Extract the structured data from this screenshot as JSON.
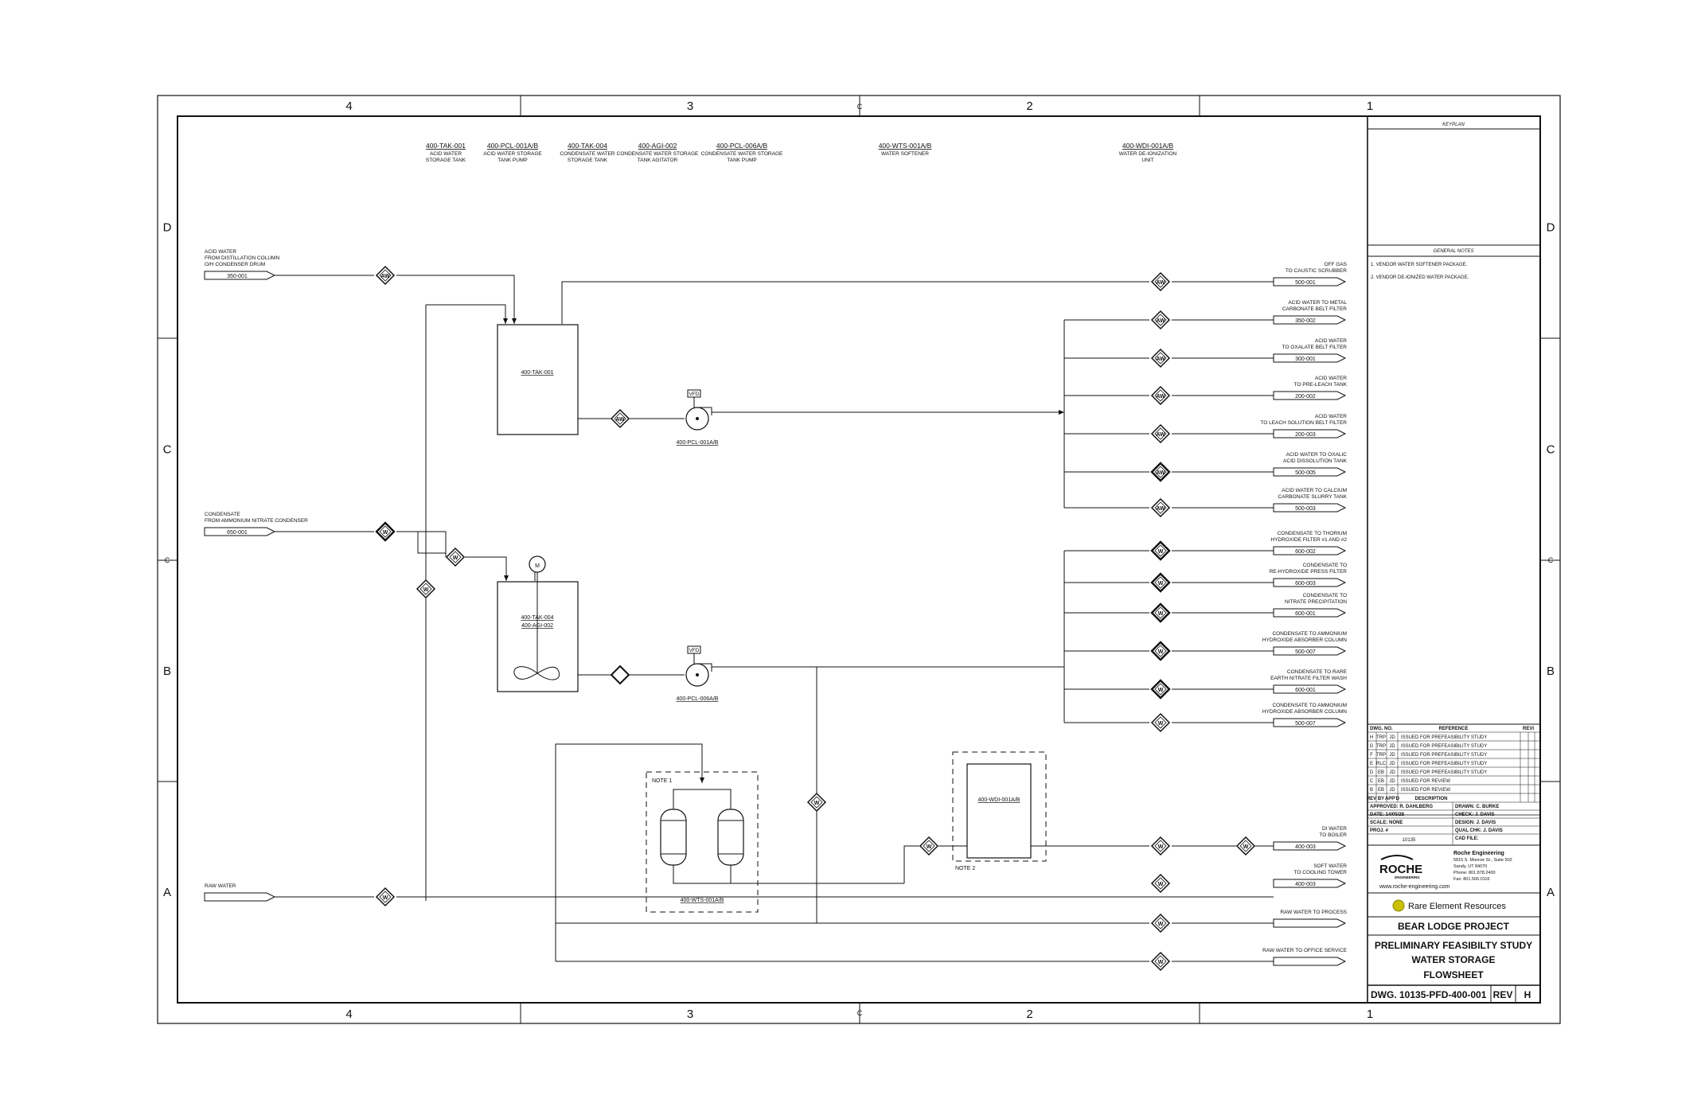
{
  "grid": {
    "columns": [
      "4",
      "3",
      "2",
      "1"
    ],
    "rows": [
      "D",
      "C",
      "B",
      "A"
    ],
    "center_mark": "C"
  },
  "equipment_headers": [
    {
      "tag": "400-TAK-001",
      "desc": [
        "ACID WATER",
        "STORAGE TANK"
      ]
    },
    {
      "tag": "400-PCL-001A/B",
      "desc": [
        "ACID WATER STORAGE",
        "TANK PUMP"
      ]
    },
    {
      "tag": "400-TAK-004",
      "desc": [
        "CONDENSATE WATER",
        "STORAGE TANK"
      ]
    },
    {
      "tag": "400-AGI-002",
      "desc": [
        "CONDENSATE WATER STORAGE",
        "TANK AGITATOR"
      ]
    },
    {
      "tag": "400-PCL-006A/B",
      "desc": [
        "CONDENSATE WATER STORAGE",
        "TANK PUMP"
      ]
    },
    {
      "tag": "400-WTS-001A/B",
      "desc": [
        "WATER SOFTENER"
      ]
    },
    {
      "tag": "400-WDI-001A/B",
      "desc": [
        "WATER DE-IONIZATION",
        "UNIT"
      ]
    }
  ],
  "inlets": [
    {
      "lines": [
        "ACID WATER",
        "FROM DISTILLATION COLUMN",
        "O/H CONDENSER DRUM"
      ],
      "tag": "350-001",
      "stream": "AW"
    },
    {
      "lines": [
        "CONDENSATE",
        "FROM AMMONIUM NITRATE CONDENSER"
      ],
      "tag": "650-001",
      "stream": "W"
    },
    {
      "lines": [
        "RAW WATER"
      ],
      "tag": "",
      "stream": "W"
    }
  ],
  "outlets": [
    {
      "lines": [
        "OFF GAS",
        "TO CAUSTIC SCRUBBER"
      ],
      "tag": "500-001",
      "stream": "AW"
    },
    {
      "lines": [
        "ACID WATER TO METAL",
        "CARBONATE BELT FILTER"
      ],
      "tag": "350-002",
      "stream": "AW"
    },
    {
      "lines": [
        "ACID WATER",
        "TO OXALATE BELT FILTER"
      ],
      "tag": "300-001",
      "stream": "AW"
    },
    {
      "lines": [
        "ACID WATER",
        "TO PRE-LEACH TANK"
      ],
      "tag": "200-002",
      "stream": "AW"
    },
    {
      "lines": [
        "ACID WATER",
        "TO LEACH SOLUTION BELT FILTER"
      ],
      "tag": "200-003",
      "stream": "AW"
    },
    {
      "lines": [
        "ACID WATER TO OXALIC",
        "ACID DISSOLUTION TANK"
      ],
      "tag": "500-005",
      "stream": "AW"
    },
    {
      "lines": [
        "ACID WATER TO CALCIUM",
        "CARBONATE SLURRY TANK"
      ],
      "tag": "500-003",
      "stream": "AW"
    },
    {
      "lines": [
        "CONDENSATE TO THORIUM",
        "HYDROXIDE FILTER #1 AND #2"
      ],
      "tag": "600-002",
      "stream": "W"
    },
    {
      "lines": [
        "CONDENSATE TO",
        "RE-HYDROXIDE PRESS FILTER"
      ],
      "tag": "600-003",
      "stream": "W"
    },
    {
      "lines": [
        "CONDENSATE TO",
        "NITRATE PRECIPITATION"
      ],
      "tag": "600-001",
      "stream": "W"
    },
    {
      "lines": [
        "CONDENSATE TO AMMONIUM",
        "HYDROXIDE ABSORBER COLUMN"
      ],
      "tag": "500-007",
      "stream": "W"
    },
    {
      "lines": [
        "CONDENSATE TO RARE",
        "EARTH NITRATE FILTER WASH"
      ],
      "tag": "600-001",
      "stream": "W"
    },
    {
      "lines": [
        "CONDENSATE TO AMMONIUM",
        "HYDROXIDE ABSORBER COLUMN"
      ],
      "tag": "500-007",
      "stream": "W"
    },
    {
      "lines": [
        "DI WATER",
        "TO BOILER"
      ],
      "tag": "400-003",
      "stream": "W"
    },
    {
      "lines": [
        "SOFT WATER",
        "TO COOLING TOWER"
      ],
      "tag": "400-003",
      "stream": "W"
    },
    {
      "lines": [
        "RAW WATER TO PROCESS"
      ],
      "tag": "",
      "stream": "W"
    },
    {
      "lines": [
        "RAW WATER TO OFFICE SERVICE"
      ],
      "tag": "",
      "stream": "W"
    }
  ],
  "vessels": {
    "tak001": "400-TAK-001",
    "tak004": [
      "400-TAK-004",
      "400-AGI-002"
    ],
    "wdi": "400-WDI-001A/B",
    "wts": "400-WTS-001A/B",
    "pump1": "400-PCL-001A/B",
    "pump2": "400-PCL-006A/B",
    "vfd": "VFD",
    "motor": "M",
    "note1": "NOTE 1",
    "note2": "NOTE 2"
  },
  "keyplan": {
    "title": "KEYPLAN"
  },
  "general_notes": {
    "title": "GENERAL NOTES",
    "items": [
      "1.   VENDOR WATER SOFTENER PACKAGE.",
      "2.   VENDOR DE-IONIZED WATER PACKAGE."
    ]
  },
  "revisions": {
    "header": [
      "DWG. NO.",
      "REFERENCE"
    ],
    "rev_label": "REVI",
    "rows": [
      {
        "rev": "H",
        "by": "TRP",
        "appd": "JD",
        "desc": "ISSUED FOR PREFEASIBILITY STUDY"
      },
      {
        "rev": "G",
        "by": "TRP",
        "appd": "JD",
        "desc": "ISSUED FOR PREFEASIBILITY STUDY"
      },
      {
        "rev": "F",
        "by": "TRP",
        "appd": "JD",
        "desc": "ISSUED FOR PREFEASIBILITY STUDY"
      },
      {
        "rev": "E",
        "by": "RLC",
        "appd": "JD",
        "desc": "ISSUED FOR PREFEASIBILITY STUDY"
      },
      {
        "rev": "D",
        "by": "EB",
        "appd": "JD",
        "desc": "ISSUED FOR PREFEASIBILITY STUDY"
      },
      {
        "rev": "C",
        "by": "EB",
        "appd": "JD",
        "desc": "ISSUED FOR REVIEW"
      },
      {
        "rev": "B",
        "by": "EB",
        "appd": "JD",
        "desc": "ISSUED FOR REVIEW"
      }
    ],
    "col_header": [
      "REV",
      "BY",
      "APP'D",
      "DESCRIPTION"
    ]
  },
  "approvals": [
    {
      "left": "APPROVED: R. DAHLBERG",
      "right": "DRAWN: C. BURKE"
    },
    {
      "left": "DATE: 14/05/28",
      "right": "CHECK: J. DAVIS"
    },
    {
      "left": "SCALE: NONE",
      "right": "DESIGN: J. DAVIS"
    },
    {
      "left": "PROJ. #",
      "right": "QUAL CHK: J. DAVIS"
    },
    {
      "left": "",
      "right": "CAD FILE:"
    }
  ],
  "project_number": "10135",
  "company": {
    "logo": "ROCHE",
    "logo_sub": "ENGINEERING",
    "name": "Roche Engineering",
    "address1": "5815 S. Monroe St., Suite 502",
    "address2": "Sandy, UT 84070",
    "phone": "Phone: 801.878.2400",
    "fax": "Fax: 801.566.0116",
    "web": "www.roche-engineering.com"
  },
  "client": "Rare Element Resources",
  "project": "BEAR LODGE PROJECT",
  "title_lines": [
    "PRELIMINARY FEASIBILTY STUDY",
    "WATER STORAGE",
    "FLOWSHEET"
  ],
  "dwg": {
    "number": "DWG. 10135-PFD-400-001",
    "rev_label": "REV",
    "rev": "H"
  },
  "colors": {
    "line": "#111111",
    "accent_yellow": "#c8c000",
    "client_grey": "#777777"
  }
}
